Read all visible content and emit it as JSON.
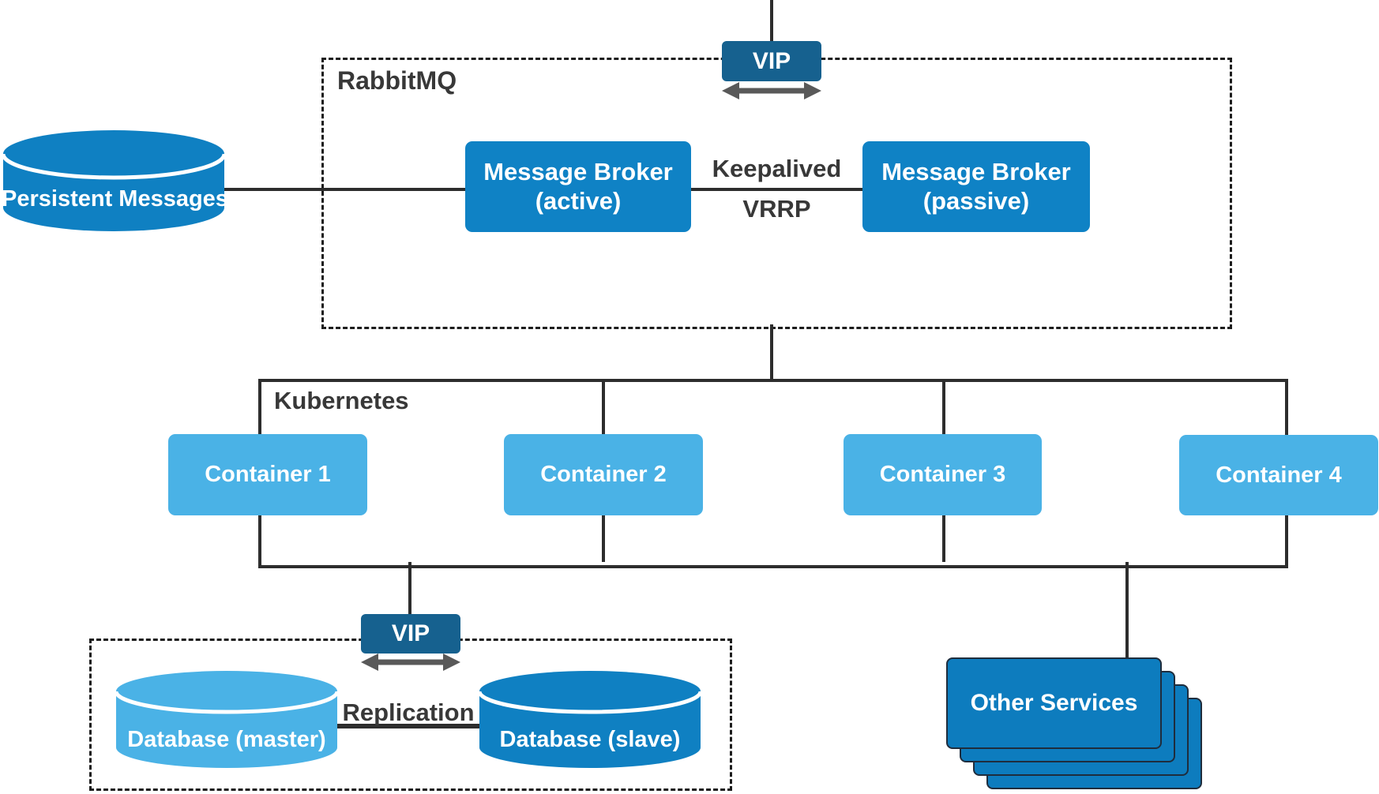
{
  "rabbitmq": {
    "label": "RabbitMQ",
    "vip": "VIP",
    "active_line1": "Message Broker",
    "active_line2": "(active)",
    "passive_line1": "Message Broker",
    "passive_line2": "(passive)",
    "keepalived": "Keepalived",
    "vrrp": "VRRP"
  },
  "persistent": {
    "label": "Persistent Messages"
  },
  "kubernetes": {
    "label": "Kubernetes",
    "containers": [
      {
        "label": "Container 1"
      },
      {
        "label": "Container 2"
      },
      {
        "label": "Container 3"
      },
      {
        "label": "Container 4"
      }
    ]
  },
  "database": {
    "vip": "VIP",
    "replication": "Replication",
    "master": "Database (master)",
    "slave": "Database (slave)"
  },
  "services": {
    "label": "Other Services"
  },
  "colors": {
    "vip_dark_blue": "#16618f",
    "broker_blue": "#0f82c5",
    "container_light_blue": "#4ab2e6",
    "services_blue": "#0d7cbe",
    "cylinder_dark_blue": "#0f80c2",
    "cylinder_light_blue": "#4ab2e6",
    "line_dark": "#2d2d2d",
    "arrow_gray": "#595959",
    "label_text": "#383838",
    "node_text": "#ffffff",
    "background": "#ffffff"
  }
}
